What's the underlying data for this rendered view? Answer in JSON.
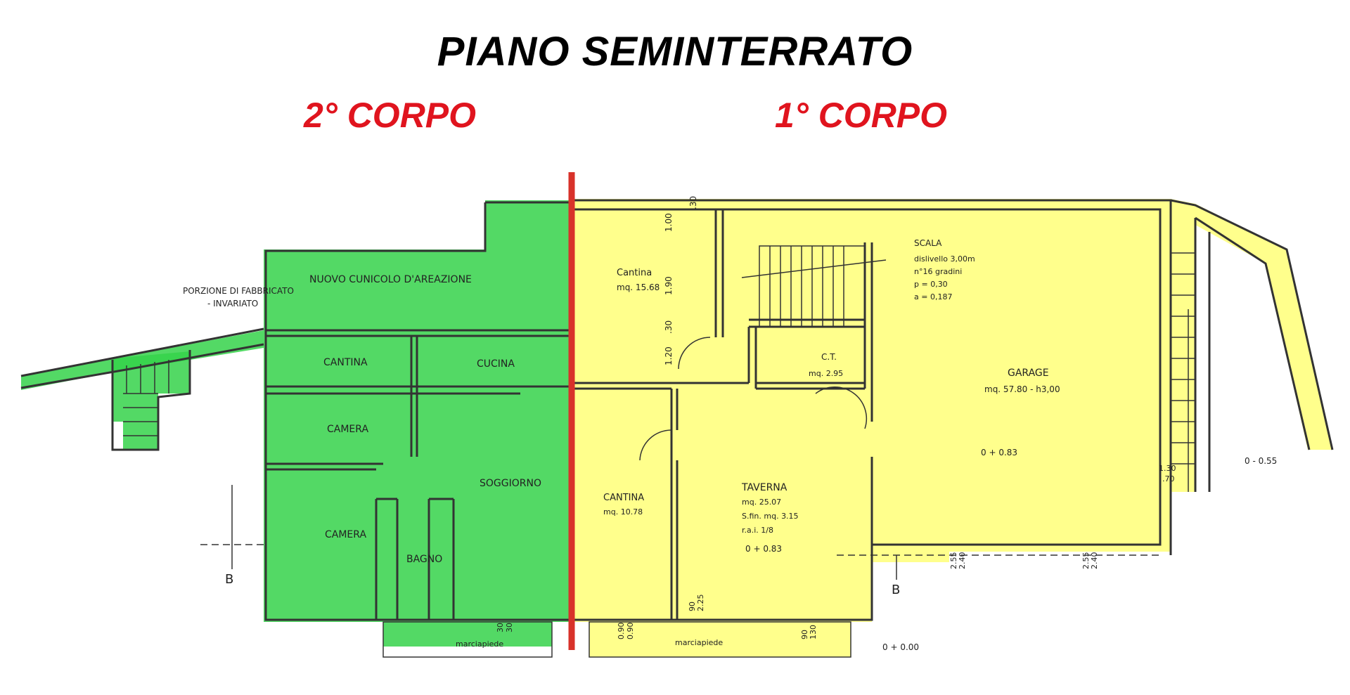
{
  "title": "PIANO SEMINTERRATO",
  "sections": {
    "left_label": "2° CORPO",
    "right_label": "1° CORPO"
  },
  "colors": {
    "left_fill": "#35d24a",
    "right_fill": "#ffff80",
    "divider": "#d8322a",
    "label_red": "#e0141e"
  },
  "rooms": {
    "cunicolo": "NUOVO CUNICOLO D'AREAZIONE",
    "porzione_1": "PORZIONE DI FABBRICATO",
    "porzione_2": "- INVARIATO",
    "cantina_left": "CANTINA",
    "cucina": "CUCINA",
    "camera_1": "CAMERA",
    "camera_2": "CAMERA",
    "soggiorno": "SOGGIORNO",
    "bagno": "BAGNO",
    "cantina_top": "Cantina",
    "cantina_top_area": "mq. 15.68",
    "scala": "SCALA",
    "scala_1": "dislivello 3,00m",
    "scala_2": "n°16 gradini",
    "scala_3": "p = 0,30",
    "scala_4": "a = 0,187",
    "ct": "C.T.",
    "ct_area": "mq. 2.95",
    "garage": "GARAGE",
    "garage_area": "mq. 57.80 - h3,00",
    "cantina_bottom": "CANTINA",
    "cantina_bottom_area": "mq. 10.78",
    "taverna": "TAVERNA",
    "taverna_1": "mq. 25.07",
    "taverna_2": "S.fin. mq. 3.15",
    "taverna_3": "r.a.i. 1/8",
    "taverna_level": "0 + 0.83",
    "garage_level": "0 + 0.83",
    "ext_level_right": "0 - 0.55",
    "ext_level_bottom": "0 + 0.00",
    "marciapiede_1": "marciapiede",
    "marciapiede_2": "marciapiede",
    "section_b": "B"
  },
  "dimensions": {
    "d1": "1.00",
    "d2": "1.90",
    "d3": ".30",
    "d4": "1.20",
    "d5": ".30",
    "d6": "0.90",
    "d7": "0.90",
    "d8": "90",
    "d9": "130",
    "d10": "2.25",
    "d11": "90",
    "d12": "1.30",
    "d13": ".70",
    "d14": "2.55",
    "d15": "2.40",
    "d16": "2.55",
    "d17": "2.40",
    "d18": "30",
    "d19": "30"
  }
}
